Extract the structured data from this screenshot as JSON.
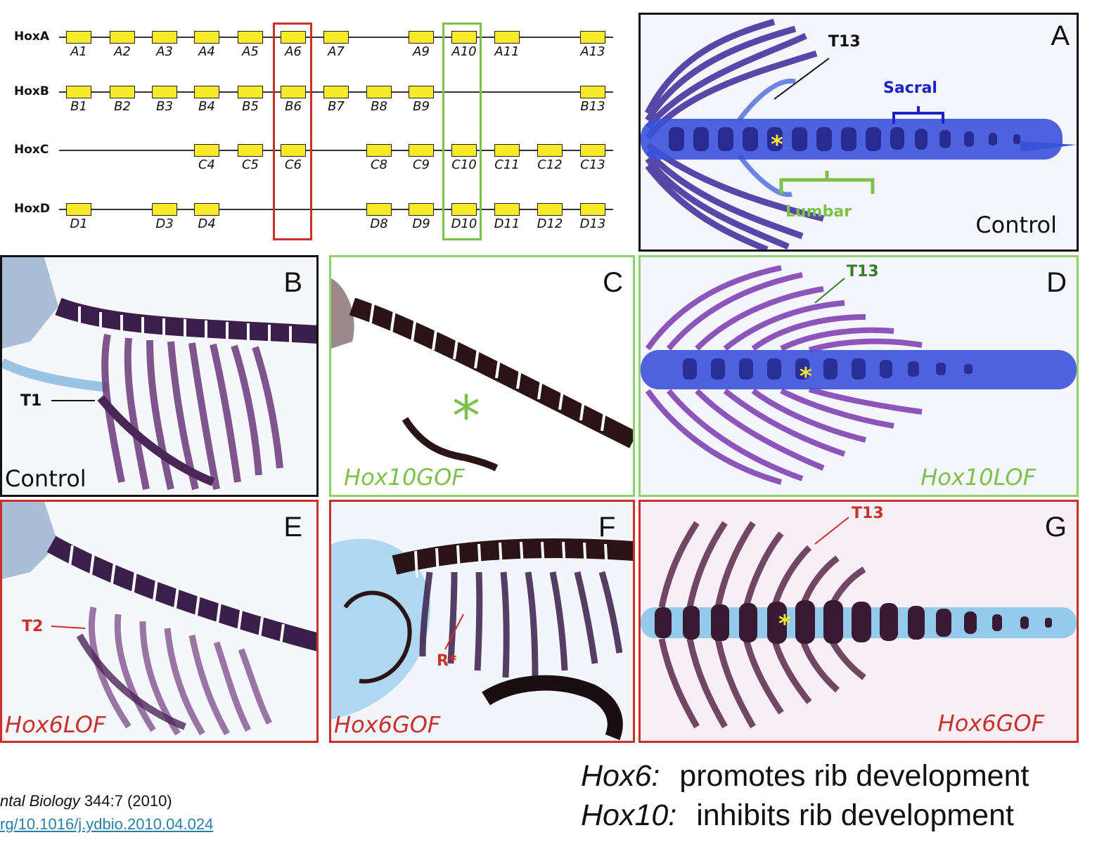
{
  "colors": {
    "gene_box": "#f6ea2a",
    "hox6_box": "#c8302c",
    "hox10_box": "#7cc24a",
    "control_border": "#111111",
    "green_border": "#8fd06a",
    "red_border": "#c8302c"
  },
  "hox_diagram": {
    "rows": [
      {
        "name": "HoxA",
        "genes": [
          "A1",
          "A2",
          "A3",
          "A4",
          "A5",
          "A6",
          "A7",
          "A9",
          "A10",
          "A11",
          "A13"
        ]
      },
      {
        "name": "HoxB",
        "genes": [
          "B1",
          "B2",
          "B3",
          "B4",
          "B5",
          "B6",
          "B7",
          "B8",
          "B9",
          "B13"
        ]
      },
      {
        "name": "HoxC",
        "genes": [
          "C4",
          "C5",
          "C6",
          "C8",
          "C9",
          "C10",
          "C11",
          "C12",
          "C13"
        ]
      },
      {
        "name": "HoxD",
        "genes": [
          "D1",
          "D3",
          "D4",
          "D8",
          "D9",
          "D10",
          "D11",
          "D12",
          "D13"
        ]
      }
    ]
  },
  "panels": {
    "A": {
      "label": "A",
      "condition": "Control",
      "t13": "T13",
      "sacral": "Sacral",
      "lumbar": "Lumbar",
      "star": "*"
    },
    "B": {
      "label": "B",
      "condition": "Control",
      "t1": "T1"
    },
    "C": {
      "label": "C",
      "condition": "Hox10GOF",
      "star": "*"
    },
    "D": {
      "label": "D",
      "condition": "Hox10LOF",
      "t13": "T13",
      "star": "*"
    },
    "E": {
      "label": "E",
      "condition": "Hox6LOF",
      "t2": "T2"
    },
    "F": {
      "label": "F",
      "condition": "Hox6GOF",
      "rstar": "R*"
    },
    "G": {
      "label": "G",
      "condition": "Hox6GOF",
      "t13": "T13",
      "star": "*"
    }
  },
  "summary": {
    "line1_term": "Hox6:",
    "line1_text": "promotes rib development",
    "line2_term": "Hox10:",
    "line2_text": "inhibits rib development"
  },
  "citation": {
    "journal": "ntal Biology",
    "details": "344:7 (2010)",
    "link": "rg/10.1016/j.ydbio.2010.04.024"
  }
}
